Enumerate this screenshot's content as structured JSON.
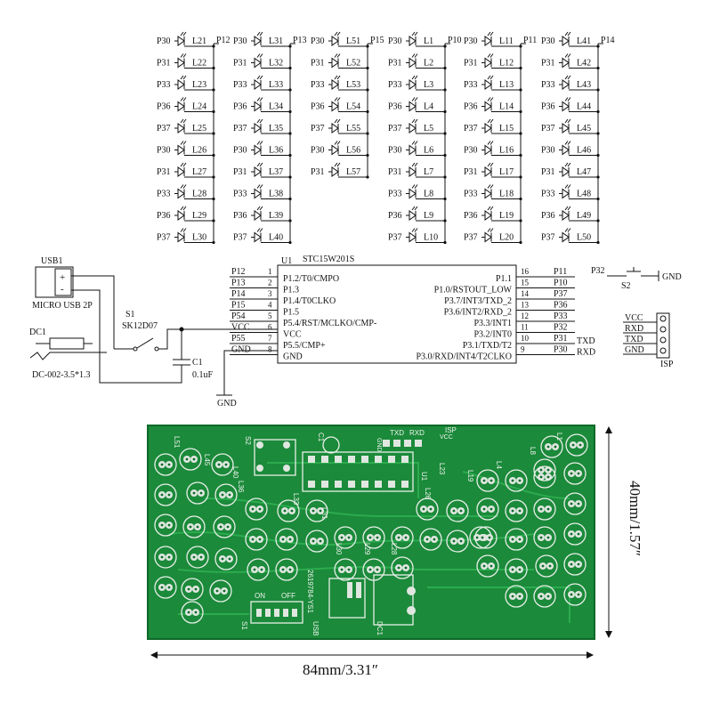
{
  "led_matrix": {
    "columns": [
      {
        "bus": "P12",
        "rows": [
          {
            "pin": "P30",
            "led": "L21"
          },
          {
            "pin": "P31",
            "led": "L22"
          },
          {
            "pin": "P33",
            "led": "L23"
          },
          {
            "pin": "P36",
            "led": "L24"
          },
          {
            "pin": "P37",
            "led": "L25"
          },
          {
            "pin": "P30",
            "led": "L26"
          },
          {
            "pin": "P31",
            "led": "L27"
          },
          {
            "pin": "P33",
            "led": "L28"
          },
          {
            "pin": "P36",
            "led": "L29"
          },
          {
            "pin": "P37",
            "led": "L30"
          }
        ]
      },
      {
        "bus": "P13",
        "rows": [
          {
            "pin": "P30",
            "led": "L31"
          },
          {
            "pin": "P31",
            "led": "L32"
          },
          {
            "pin": "P33",
            "led": "L33"
          },
          {
            "pin": "P36",
            "led": "L34"
          },
          {
            "pin": "P37",
            "led": "L35"
          },
          {
            "pin": "P30",
            "led": "L36"
          },
          {
            "pin": "P31",
            "led": "L37"
          },
          {
            "pin": "P33",
            "led": "L38"
          },
          {
            "pin": "P36",
            "led": "L39"
          },
          {
            "pin": "P37",
            "led": "L40"
          }
        ]
      },
      {
        "bus": "P15",
        "rows": [
          {
            "pin": "P30",
            "led": "L51"
          },
          {
            "pin": "P31",
            "led": "L52"
          },
          {
            "pin": "P33",
            "led": "L53"
          },
          {
            "pin": "P36",
            "led": "L54"
          },
          {
            "pin": "P37",
            "led": "L55"
          },
          {
            "pin": "P30",
            "led": "L56"
          },
          {
            "pin": "P31",
            "led": "L57"
          }
        ]
      },
      {
        "bus": "P10",
        "rows": [
          {
            "pin": "P30",
            "led": "L1"
          },
          {
            "pin": "P31",
            "led": "L2"
          },
          {
            "pin": "P33",
            "led": "L3"
          },
          {
            "pin": "P36",
            "led": "L4"
          },
          {
            "pin": "P37",
            "led": "L5"
          },
          {
            "pin": "P30",
            "led": "L6"
          },
          {
            "pin": "P31",
            "led": "L7"
          },
          {
            "pin": "P33",
            "led": "L8"
          },
          {
            "pin": "P36",
            "led": "L9"
          },
          {
            "pin": "P37",
            "led": "L10"
          }
        ]
      },
      {
        "bus": "P11",
        "rows": [
          {
            "pin": "P30",
            "led": "L11"
          },
          {
            "pin": "P31",
            "led": "L12"
          },
          {
            "pin": "P33",
            "led": "L13"
          },
          {
            "pin": "P36",
            "led": "L14"
          },
          {
            "pin": "P37",
            "led": "L15"
          },
          {
            "pin": "P30",
            "led": "L16"
          },
          {
            "pin": "P31",
            "led": "L17"
          },
          {
            "pin": "P33",
            "led": "L18"
          },
          {
            "pin": "P36",
            "led": "L19"
          },
          {
            "pin": "P37",
            "led": "L20"
          }
        ]
      },
      {
        "bus": "P14",
        "rows": [
          {
            "pin": "P30",
            "led": "L41"
          },
          {
            "pin": "P31",
            "led": "L42"
          },
          {
            "pin": "P33",
            "led": "L43"
          },
          {
            "pin": "P36",
            "led": "L44"
          },
          {
            "pin": "P37",
            "led": "L45"
          },
          {
            "pin": "P30",
            "led": "L46"
          },
          {
            "pin": "P31",
            "led": "L47"
          },
          {
            "pin": "P33",
            "led": "L48"
          },
          {
            "pin": "P36",
            "led": "L49"
          },
          {
            "pin": "P37",
            "led": "L50"
          }
        ]
      }
    ]
  },
  "mcu": {
    "ref": "U1",
    "part": "STC15W201S",
    "left_pins": [
      {
        "net": "P12",
        "num": "1",
        "func": "P1.2/T0/CMPO"
      },
      {
        "net": "P13",
        "num": "2",
        "func": "P1.3"
      },
      {
        "net": "P14",
        "num": "3",
        "func": "P1.4/T0CLKO"
      },
      {
        "net": "P15",
        "num": "4",
        "func": "P1.5"
      },
      {
        "net": "P54",
        "num": "5",
        "func": "P5.4/RST/MCLKO/CMP-"
      },
      {
        "net": "VCC",
        "num": "6",
        "func": "VCC"
      },
      {
        "net": "P55",
        "num": "7",
        "func": "P5.5/CMP+"
      },
      {
        "net": "GND",
        "num": "8",
        "func": "GND"
      }
    ],
    "right_pins": [
      {
        "num": "16",
        "net": "P11",
        "func": "P1.1",
        "extra": ""
      },
      {
        "num": "15",
        "net": "P10",
        "func": "P1.0/RSTOUT_LOW",
        "extra": ""
      },
      {
        "num": "14",
        "net": "P37",
        "func": "P3.7/INT3/TXD_2",
        "extra": ""
      },
      {
        "num": "13",
        "net": "P36",
        "func": "P3.6/INT2/RXD_2",
        "extra": ""
      },
      {
        "num": "12",
        "net": "P33",
        "func": "P3.3/INT1",
        "extra": ""
      },
      {
        "num": "11",
        "net": "P32",
        "func": "P3.2/INT0",
        "extra": ""
      },
      {
        "num": "10",
        "net": "P31",
        "func": "P3.1/TXD/T2",
        "extra": "TXD"
      },
      {
        "num": "9",
        "net": "P30",
        "func": "P3.0/RXD/INT4/T2CLKO",
        "extra": "RXD"
      }
    ]
  },
  "usb": {
    "ref": "USB1",
    "part": "MICRO USB 2P",
    "plus": "+",
    "minus": "-"
  },
  "dc_jack": {
    "ref": "DC1",
    "part": "DC-002-3.5*1.3"
  },
  "switch_s1": {
    "ref": "S1",
    "part": "SK12D07"
  },
  "capacitor": {
    "ref": "C1",
    "value": "0.1uF"
  },
  "ground_label": "GND",
  "button_s2": {
    "net": "P32",
    "ref": "S2",
    "gnd": "GND"
  },
  "isp": {
    "ref": "ISP",
    "pins": [
      "VCC",
      "RXD",
      "TXD",
      "GND"
    ]
  },
  "pcb": {
    "silk": {
      "c1": "C1",
      "s2": "S2",
      "u1": "U1",
      "txd": "TXD",
      "rxd": "RXD",
      "vcc": "VCC",
      "gnd": "GND",
      "isp": "ISP",
      "on": "ON",
      "off": "OFF",
      "s1": "S1",
      "usb": "USB",
      "dc1": "DC1",
      "board_id": "2619784-YS1",
      "labels": [
        "L51",
        "L45",
        "L40",
        "L36",
        "L33",
        "L31",
        "L30",
        "L29",
        "L28",
        "L26",
        "L23",
        "L19",
        "L4",
        "L8",
        "L1"
      ]
    },
    "colors": {
      "board": "#1b8a3a",
      "board_edge": "#0f6a2a",
      "trace": "#2fae52",
      "pad": "#dfe7e0",
      "hole": "#f4f7f4"
    }
  },
  "dimensions": {
    "width": "84mm/3.31″",
    "height": "40mm/1.57″"
  }
}
